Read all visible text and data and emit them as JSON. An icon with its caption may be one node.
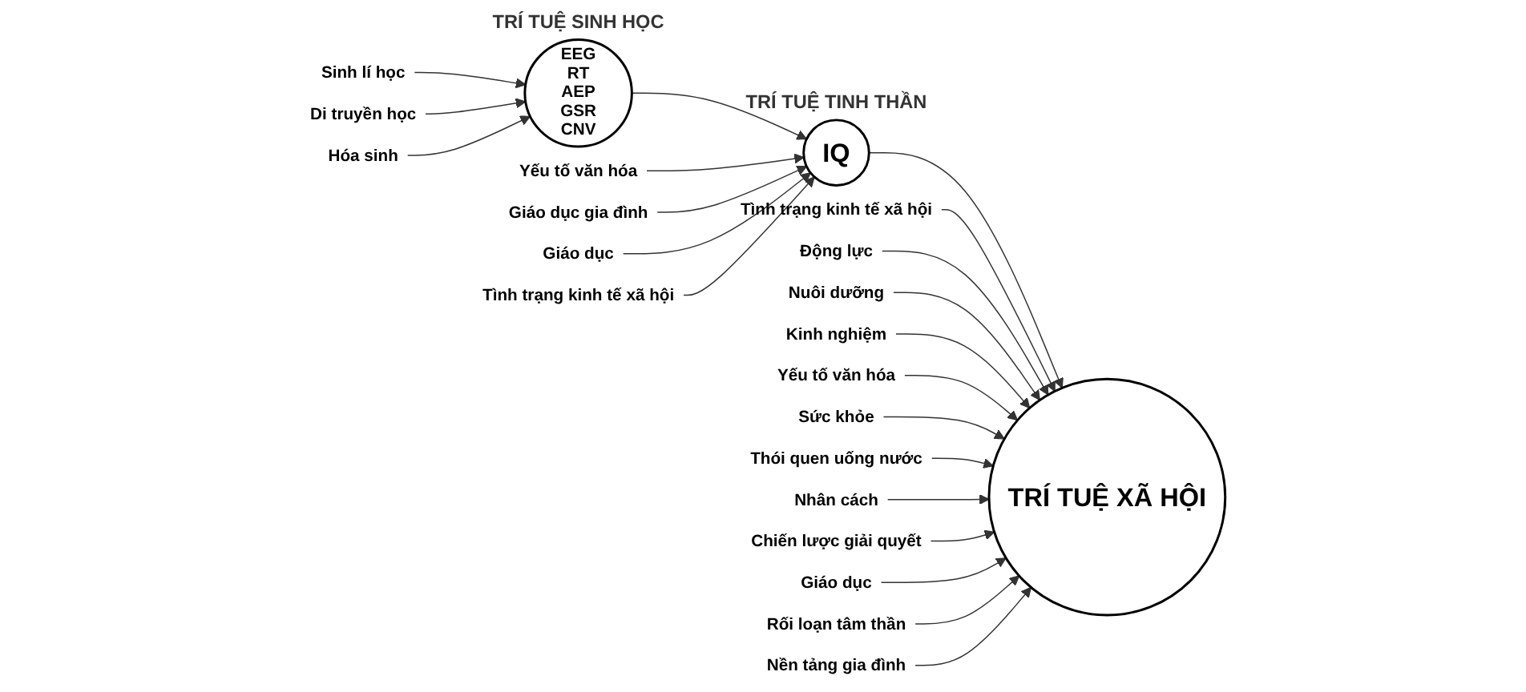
{
  "diagram": {
    "nodes": [
      {
        "text": [
          "Sinh lí học"
        ]
      },
      {
        "text": [
          "Di truyền học"
        ]
      },
      {
        "text": [
          "Hóa sinh"
        ]
      },
      {
        "text": [
          "EEG",
          "RT",
          "AEP",
          "GSR",
          "CNV"
        ],
        "beside": [
          "TRÍ TUỆ SINH HỌC"
        ]
      },
      {
        "text": [
          "Yếu tố văn hóa"
        ]
      },
      {
        "text": [
          "Giáo dục gia đình"
        ]
      },
      {
        "text": [
          "IQ"
        ],
        "beside": [
          "TRÍ TUỆ TINH THẦN"
        ]
      },
      {
        "text": [
          "Giáo dục"
        ]
      },
      {
        "text": [
          "Tình trạng kinh tế xã hội"
        ]
      },
      {
        "text": [
          "Tình trạng kinh tế xã hội"
        ]
      },
      {
        "text": [
          "Động lực"
        ]
      },
      {
        "text": [
          "Nuôi dưỡng"
        ]
      },
      {
        "text": [
          "Kinh nghiệm"
        ]
      },
      {
        "text": [
          "Yếu tố văn hóa"
        ]
      },
      {
        "text": [
          "Sức khỏe"
        ]
      },
      {
        "text": [
          "TRÍ TUỆ XÃ HỘI"
        ]
      },
      {
        "text": [
          "Thói quen uống nước"
        ]
      },
      {
        "text": [
          "Nhân cách"
        ]
      },
      {
        "text": [
          "Chiến lược giải quyết"
        ]
      },
      {
        "text": [
          "Giáo dục"
        ]
      },
      {
        "text": [
          "Rối loạn tâm thần"
        ]
      },
      {
        "text": [
          "Nền tảng gia đình"
        ]
      }
    ],
    "edges": [
      {
        "from": 0,
        "to": 3,
        "arrow": "to"
      },
      {
        "from": 1,
        "to": 3,
        "arrow": "to"
      },
      {
        "from": 2,
        "to": 3,
        "arrow": "to"
      },
      {
        "from": 3,
        "to": 6,
        "arrow": "to"
      },
      {
        "from": 4,
        "to": 6,
        "arrow": "to"
      },
      {
        "from": 5,
        "to": 6,
        "arrow": "to"
      },
      {
        "from": 7,
        "to": 6,
        "arrow": "to"
      },
      {
        "from": 8,
        "to": 6,
        "arrow": "to"
      },
      {
        "from": 6,
        "to": 15,
        "arrow": "to"
      },
      {
        "from": 9,
        "to": 15,
        "arrow": "to"
      },
      {
        "from": 10,
        "to": 15,
        "arrow": "to"
      },
      {
        "from": 11,
        "to": 15,
        "arrow": "to"
      },
      {
        "from": 12,
        "to": 15,
        "arrow": "to"
      },
      {
        "from": 13,
        "to": 15,
        "arrow": "to"
      },
      {
        "from": 14,
        "to": 15,
        "arrow": "to"
      },
      {
        "from": 16,
        "to": 15,
        "arrow": "to"
      },
      {
        "from": 17,
        "to": 15,
        "arrow": "to"
      },
      {
        "from": 18,
        "to": 15,
        "arrow": "to"
      },
      {
        "from": 19,
        "to": 15,
        "arrow": "to"
      },
      {
        "from": 20,
        "to": 15,
        "arrow": "to"
      },
      {
        "from": 21,
        "to": 15,
        "arrow": "to"
      }
    ]
  }
}
